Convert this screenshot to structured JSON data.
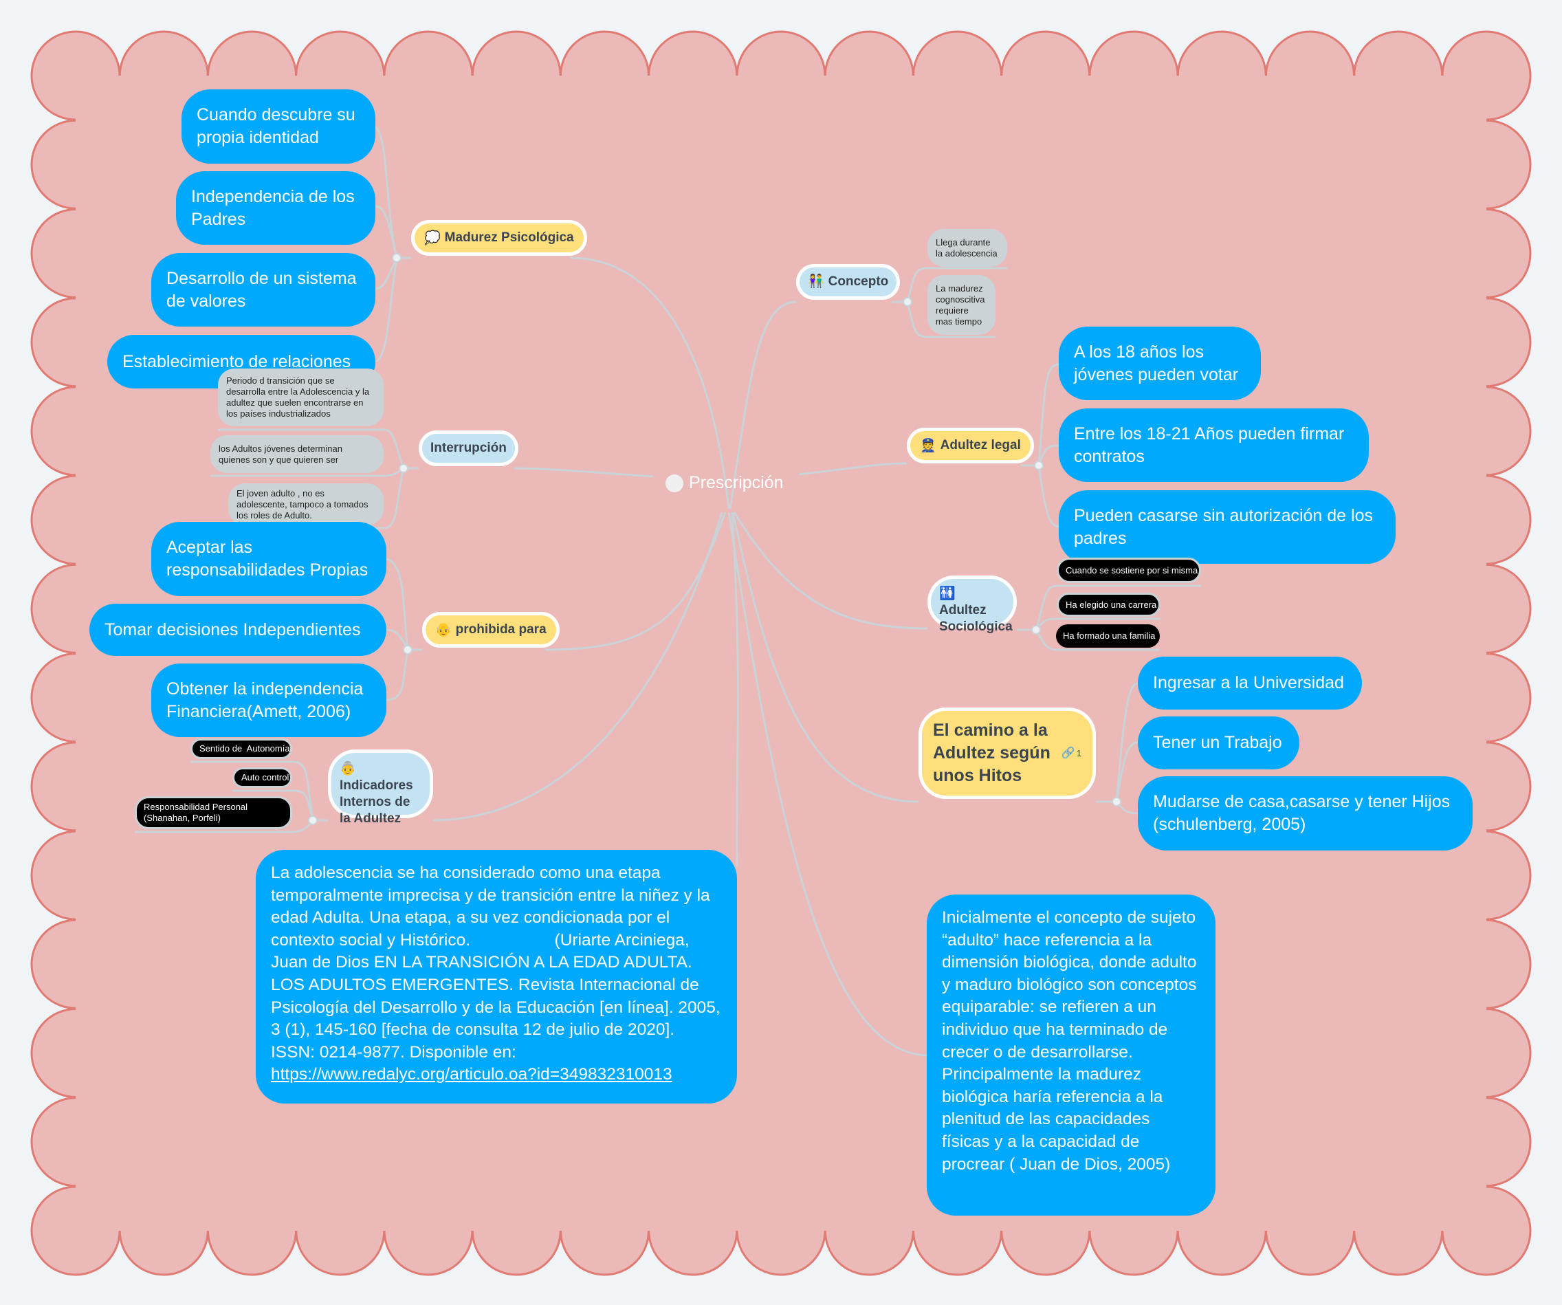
{
  "central": {
    "label": "Prescripción"
  },
  "colors": {
    "background": "#f0f4f7",
    "canvas": "#ebb9b8",
    "canvas_border": "#e07a72",
    "blue_node": "#00a9fc",
    "yellow_node": "#ffdf7b",
    "light_blue_node": "#c3e2f2",
    "gray_note": "#cbd3d6",
    "connector": "#c9d3d8"
  },
  "madurez": {
    "icon": "thought-balloon-icon",
    "emoji": "💭",
    "label": "Madurez Psicológica",
    "children": [
      "Cuando descubre su propia identidad",
      "Independencia de los Padres",
      "Desarrollo de un sistema de valores",
      "Establecimiento de relaciones"
    ]
  },
  "interrupcion": {
    "label": "Interrupción",
    "children": [
      "Periodo d transición que se desarrolla entre la Adolescencia y la adultez que suelen encontrarse en los países industrializados",
      "los Adultos jóvenes determinan quienes son y que quieren ser",
      "El joven adulto , no es adolescente, tampoco a tomados los roles de Adulto."
    ]
  },
  "prohibida": {
    "icon": "old-man-icon",
    "emoji": "👴",
    "label": "prohibida para",
    "children": [
      "Aceptar las responsabilidades Propias",
      "Tomar decisiones Independientes",
      "Obtener la independencia Financiera(Amett, 2006)"
    ]
  },
  "indicadores": {
    "icon": "older-person-icon",
    "emoji": "👵",
    "label": "Indicadores Internos de la Adultez",
    "children": [
      "Sentido de  Autonomía",
      "Auto control",
      "Responsabilidad Personal (Shanahan, Porfeli)"
    ]
  },
  "concepto": {
    "icon": "couple-icon",
    "emoji": "👫",
    "label": "Concepto",
    "children": [
      "Llega durante la adolescencia",
      "La madurez cognoscitiva requiere mas tiempo"
    ]
  },
  "legal": {
    "icon": "police-officer-icon",
    "emoji": "👮",
    "label": "Adultez legal",
    "children": [
      "A los 18 años los jóvenes pueden votar",
      "Entre los 18-21 Años pueden firmar contratos",
      "Pueden casarse sin autorización de los padres"
    ]
  },
  "sociologica": {
    "icon": "restroom-icon",
    "emoji": "🚻",
    "label": "Adultez Sociológica",
    "children": [
      "Cuando se sostiene por si misma",
      "Ha elegido una carrera",
      "Ha formado una familia"
    ]
  },
  "camino": {
    "label": "El camino a la Adultez según unos Hitos",
    "link_icon": "link-icon",
    "link_count": "1",
    "children": [
      "Ingresar a la Universidad",
      "Tener un Trabajo",
      "Mudarse de casa,casarse y tener Hijos (schulenberg, 2005)"
    ]
  },
  "note_left": {
    "text": "La adolescencia se ha considerado como una etapa temporalmente imprecisa y de transición entre la niñez y la edad Adulta. Una etapa, a su vez condicionada por el contexto social y Histórico.                  (Uriarte Arciniega, Juan de Dios EN LA TRANSICIÓN A LA EDAD ADULTA. LOS ADULTOS EMERGENTES. Revista Internacional de Psicología del Desarrollo y de la Educación [en línea]. 2005, 3 (1), 145-160 [fecha de consulta 12 de julio de 2020]. ISSN: 0214-9877. Disponible en: ",
    "link": "https://www.redalyc.org/articulo.oa?id=349832310013"
  },
  "note_right": {
    "text": "Inicialmente el concepto de sujeto “adulto” hace referencia a la dimensión biológica, donde adulto y maduro biológico son conceptos equiparable: se refieren a un individuo que ha terminado de crecer o de desarrollarse. Principalmente la madurez biológica haría referencia a la plenitud de las capacidades físicas y a la capacidad de procrear ( Juan de Dios, 2005)"
  }
}
